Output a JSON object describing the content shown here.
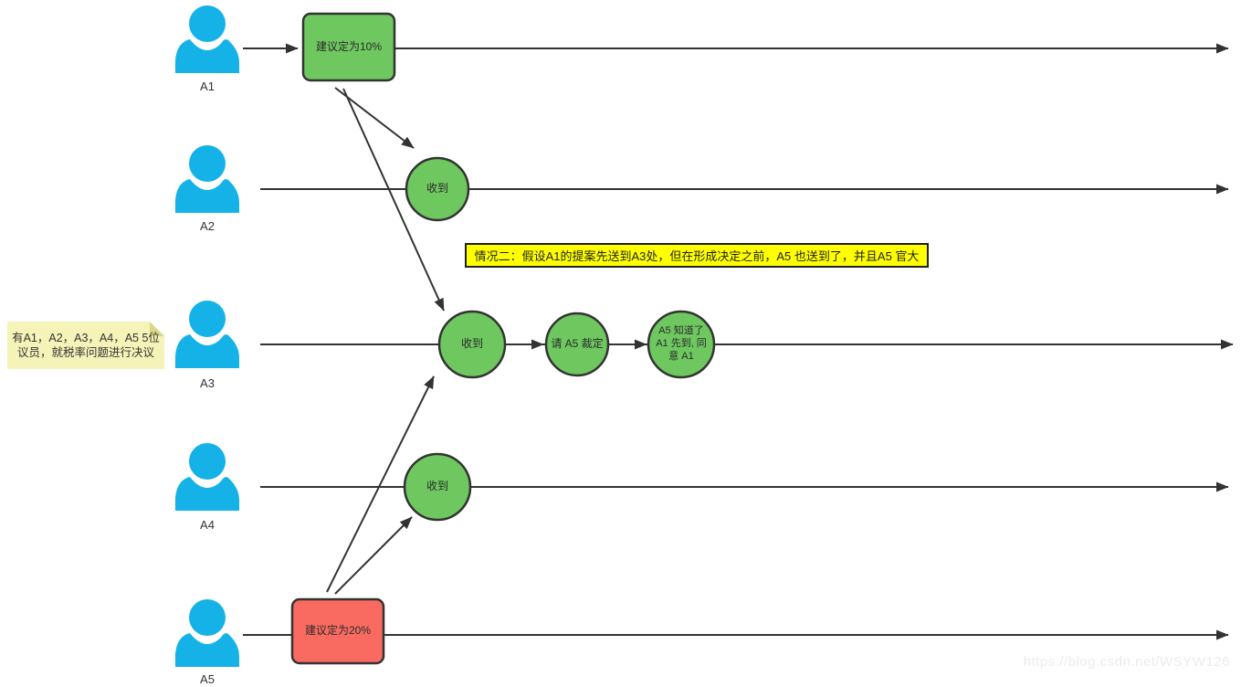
{
  "notes": {
    "left_note": "有A1，A2，A3，A4，A5 5位议员，就税率问题进行决议",
    "situation_banner": "情况二：假设A1的提案先送到A3处，但在形成决定之前，A5 也送到了，并且A5 官大"
  },
  "actors": {
    "a1": "A1",
    "a2": "A2",
    "a3": "A3",
    "a4": "A4",
    "a5": "A5"
  },
  "nodes": {
    "proposal_10": "建议定为10%",
    "proposal_20": "建议定为20%",
    "received_a2": "收到",
    "received_a3": "收到",
    "received_a4": "收到",
    "ask_a5": "请 A5 裁定",
    "agree_a1": "A5 知道了 A1 先到, 同意 A1"
  },
  "watermark": "https://blog.csdn.net/WSYW126",
  "colors": {
    "actor_icon": "#15B2E8",
    "green_node_fill": "#6EC75F",
    "red_node_fill": "#F96B60",
    "line_stroke": "#333333",
    "note_bg": "#F5F3B7",
    "note_fold": "#DCD789",
    "banner_bg": "#FFFF00",
    "watermark_text": "#ECECEC"
  }
}
